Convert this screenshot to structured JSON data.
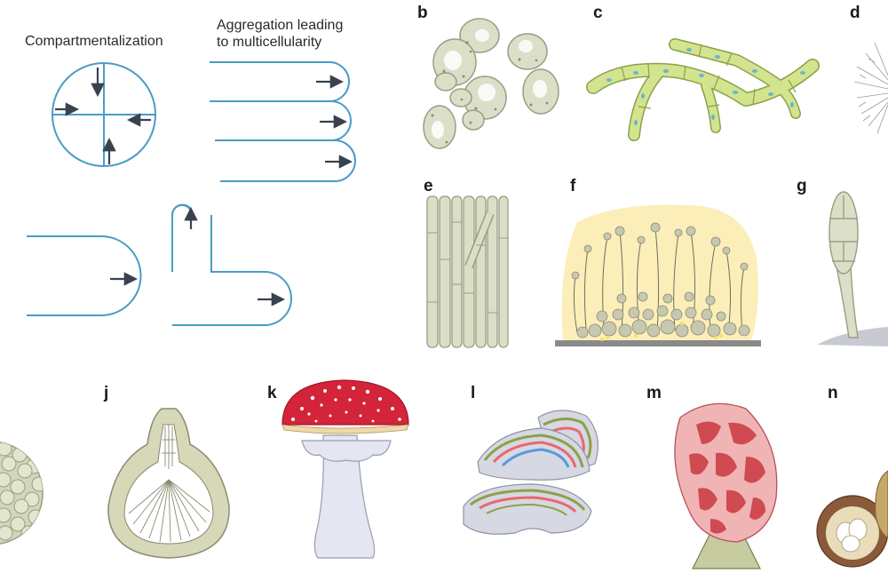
{
  "captions": {
    "compartmentalization": "Compartmentalization",
    "aggregation_line1": "Aggregation leading",
    "aggregation_line2": "to multicellularity"
  },
  "panel_labels": [
    "b",
    "c",
    "d",
    "e",
    "f",
    "g",
    "j",
    "k",
    "l",
    "m",
    "n"
  ],
  "colors": {
    "schematic_line": "#4a9cc6",
    "arrow": "#3a4150",
    "cell_fill": "#d9dcc6",
    "cell_stroke": "#9a9d82",
    "hypha_green": "#d2e48d",
    "nucleus_blue": "#6cb3d6",
    "mushroom_red": "#d3243a",
    "stem_lavender": "#e4e6f2",
    "gel_yellow": "#fbeeb8",
    "basket_red": "#e86870",
    "husk_brown": "#8a5a3a"
  },
  "icons": {
    "arrow": "arrow-icon"
  }
}
